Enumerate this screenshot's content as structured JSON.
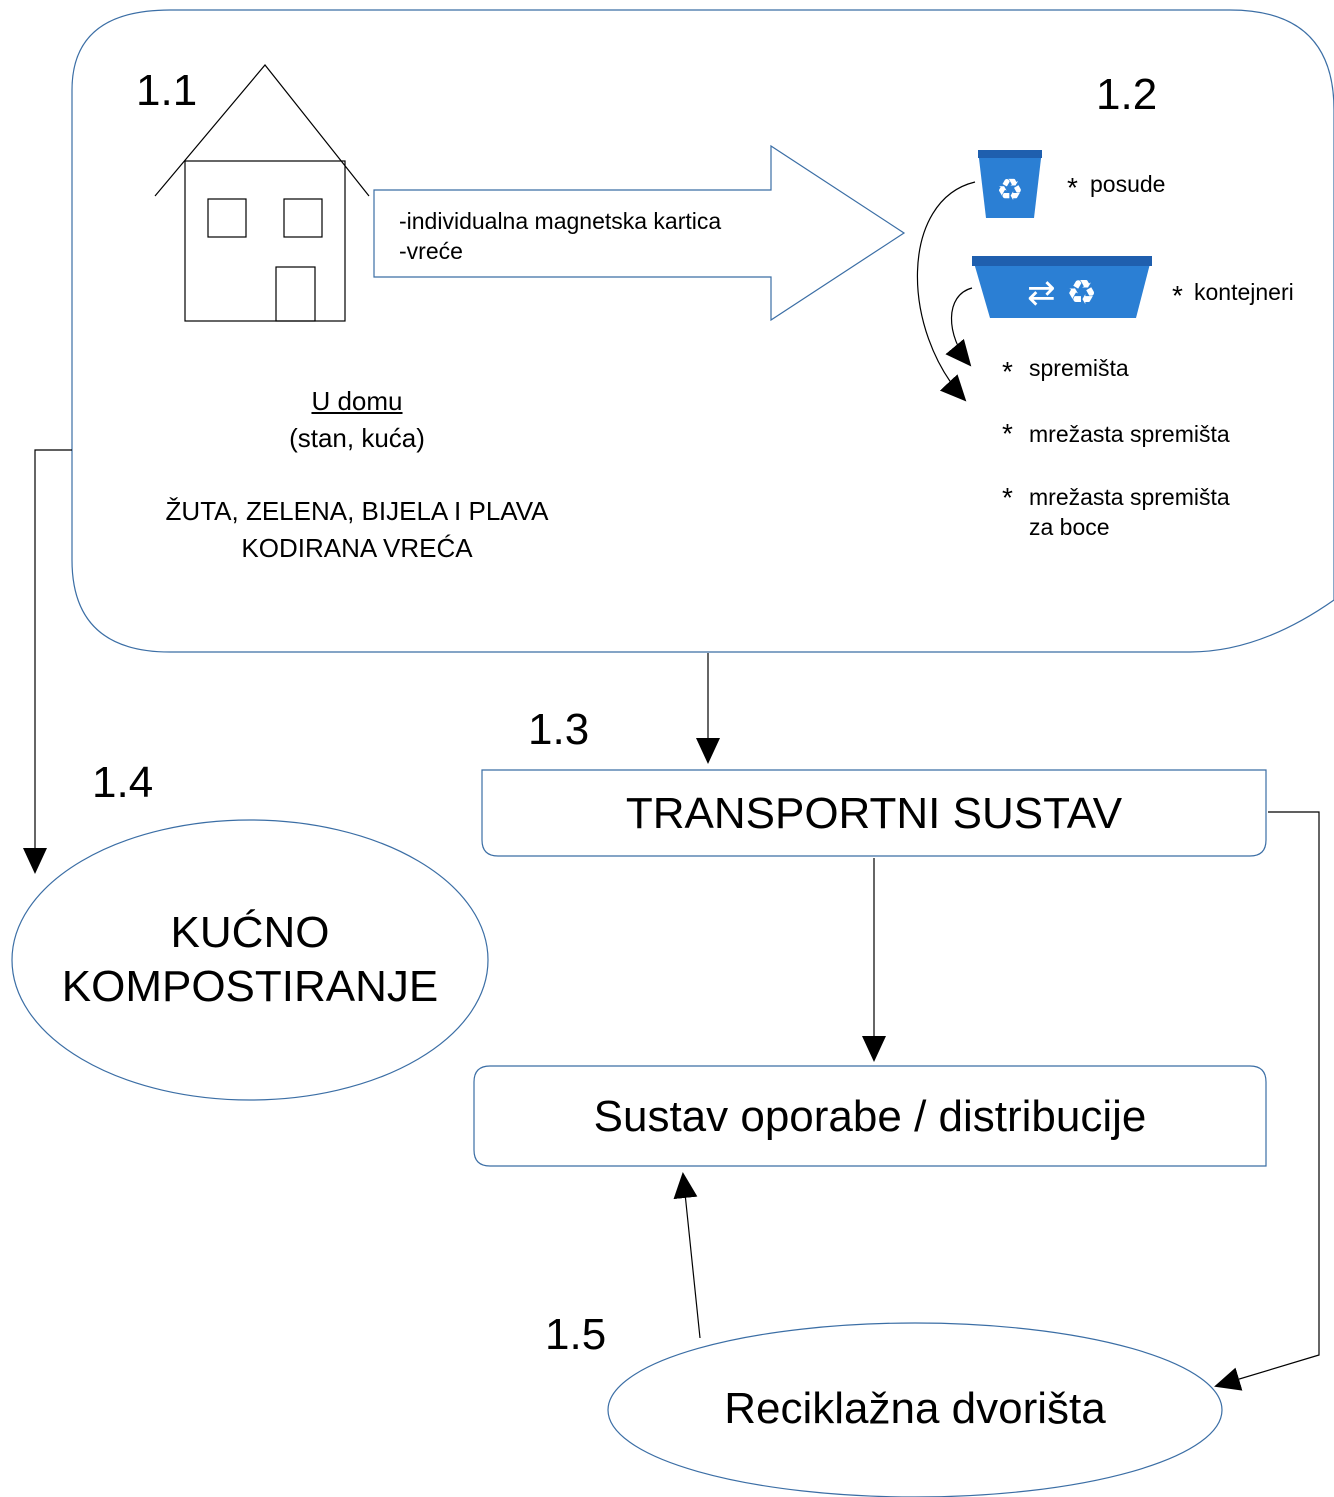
{
  "colors": {
    "outline": "#3b6ea5",
    "line": "#000000",
    "bin_blue": "#2b7fd4",
    "bin_dark": "#1f5fae"
  },
  "steps": {
    "s11": "1.1",
    "s12": "1.2",
    "s13": "1.3",
    "s14": "1.4",
    "s15": "1.5"
  },
  "home": {
    "title": "U domu",
    "subtitle": "(stan, kuća)",
    "bags_line1": "ŽUTA, ZELENA, BIJELA I PLAVA",
    "bags_line2": "KODIRANA VREĆA"
  },
  "arrow_box": {
    "line1": "-individualna magnetska kartica",
    "line2": "-vreće"
  },
  "collection": {
    "items": [
      {
        "star": "*",
        "label": "posude"
      },
      {
        "star": "*",
        "label": "kontejneri"
      },
      {
        "star": "*",
        "label": "spremišta"
      },
      {
        "star": "*",
        "label": "mrežasta spremišta"
      },
      {
        "star": "*",
        "label": "mrežasta spremišta"
      }
    ],
    "last_item_line2": "za boce",
    "icons": [
      "recycle-bin-icon",
      "recycle-container-icon"
    ]
  },
  "nodes": {
    "transport": "TRANSPORTNI SUSTAV",
    "reuse": "Sustav oporabe / distribucije",
    "compost_line1": "KUĆNO",
    "compost_line2": "KOMPOSTIRANJE",
    "yards": "Reciklažna dvorišta"
  }
}
